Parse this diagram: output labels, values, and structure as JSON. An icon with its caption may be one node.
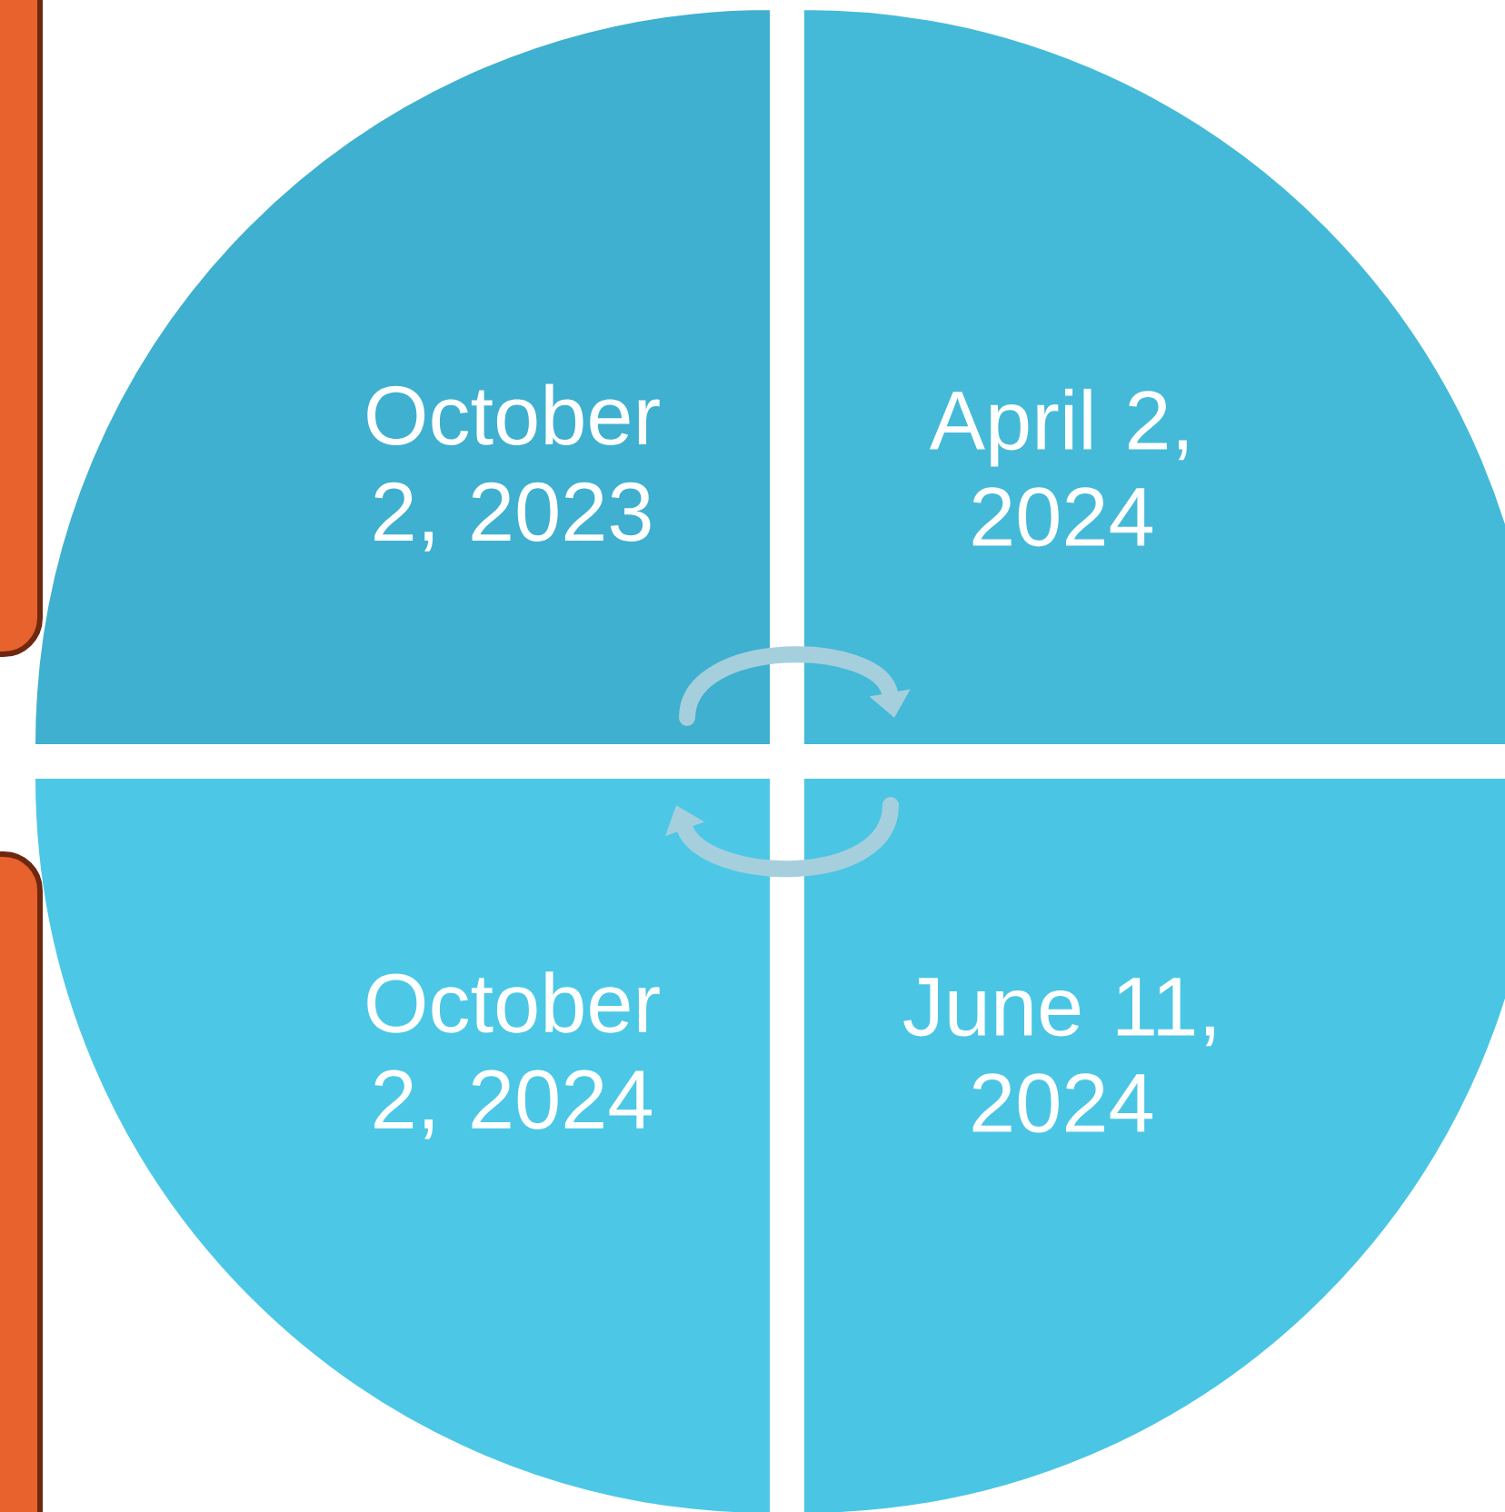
{
  "diagram": {
    "nodes": [
      {
        "text": [
          "October 2, 2023"
        ]
      },
      {
        "text": [
          "April 2, 2024"
        ]
      },
      {
        "text": [
          "October 2, 2024"
        ]
      },
      {
        "text": [
          "June 11, 2024"
        ]
      },
      {
        "text": [],
        "shape": "box"
      },
      {
        "text": [],
        "shape": "box"
      }
    ],
    "edges": [
      {
        "from": 0,
        "to": 1,
        "arrow": "to"
      },
      {
        "from": 3,
        "to": 2,
        "arrow": "to"
      }
    ]
  }
}
